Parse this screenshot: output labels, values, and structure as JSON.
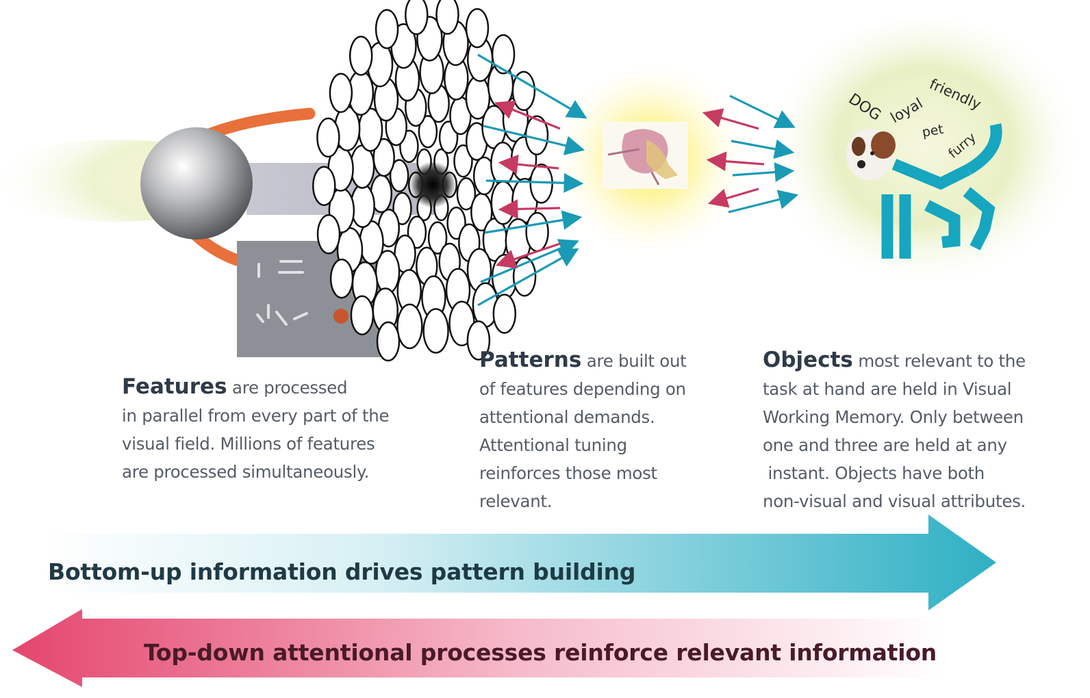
{
  "captions": {
    "features": {
      "keyword": "Features",
      "first_line_rest": " are processed",
      "lines": [
        "in parallel from every part of the",
        "visual field.  Millions of features",
        "are processed simultaneously."
      ]
    },
    "patterns": {
      "keyword": "Patterns",
      "first_line_rest": " are built out",
      "lines": [
        "of features depending on",
        "attentional demands.",
        "Attentional tuning",
        "reinforces those most",
        "relevant."
      ]
    },
    "objects": {
      "keyword": "Objects",
      "first_line_rest": " most relevant to the",
      "lines": [
        "task at hand are held in Visual",
        "Working Memory.  Only between",
        "one and three are held at any",
        " instant. Objects have both",
        "non-visual and visual attributes."
      ]
    }
  },
  "dog_attribute_words": [
    "DOG",
    "loyal",
    "friendly",
    "pet",
    "furry"
  ],
  "flow_arrows": {
    "bottom_up": "Bottom-up information drives pattern building",
    "top_down": "Top-down attentional processes reinforce relevant information"
  },
  "colors": {
    "teal_arrow": "#1a9ab5",
    "pink_arrow": "#c73a62",
    "eye_arc": "#e8703a",
    "stick_dog": "#16a6c0",
    "feature_panel": "#8d9197",
    "caption_text": "#555c66",
    "keyword_text": "#2f3a48"
  }
}
